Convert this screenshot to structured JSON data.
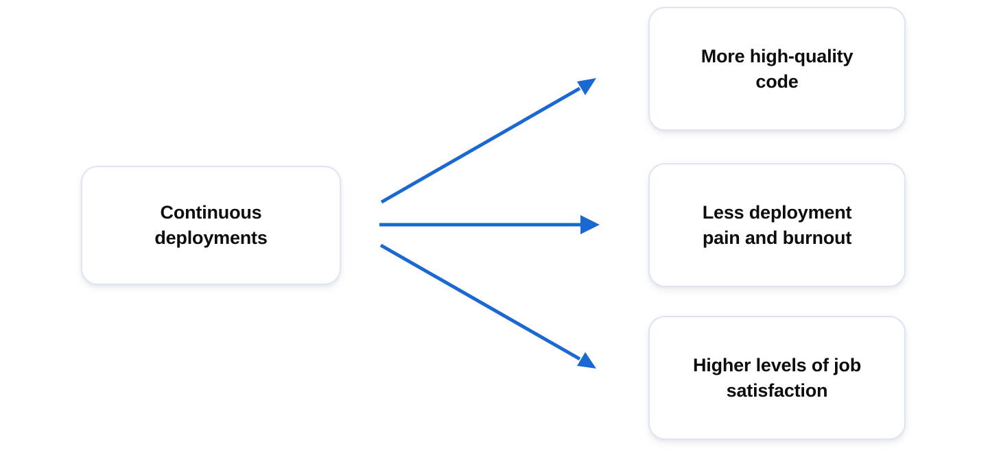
{
  "diagram": {
    "title_node": {
      "id": "continuous-deployments",
      "label": "Continuous\ndeployments"
    },
    "outcomes": [
      {
        "id": "more-high-quality-code",
        "label": "More high-quality\ncode"
      },
      {
        "id": "less-deployment-pain",
        "label": "Less deployment\npain and burnout"
      },
      {
        "id": "higher-job-satisfaction",
        "label": "Higher levels of job\nsatisfaction"
      }
    ],
    "connectors": [
      {
        "id": "arrow-up",
        "icon": "arrow-up-right-icon",
        "from": "continuous-deployments",
        "to": "more-high-quality-code"
      },
      {
        "id": "arrow-horizontal",
        "icon": "arrow-right-icon",
        "from": "continuous-deployments",
        "to": "less-deployment-pain"
      },
      {
        "id": "arrow-down",
        "icon": "arrow-down-right-icon",
        "from": "continuous-deployments",
        "to": "higher-job-satisfaction"
      }
    ],
    "colors": {
      "background": "#ffffff",
      "arrow": "#1a68d1",
      "node_border": "#dfe4f1",
      "node_fill": "#ffffff",
      "text": "#0d0d0d"
    }
  }
}
